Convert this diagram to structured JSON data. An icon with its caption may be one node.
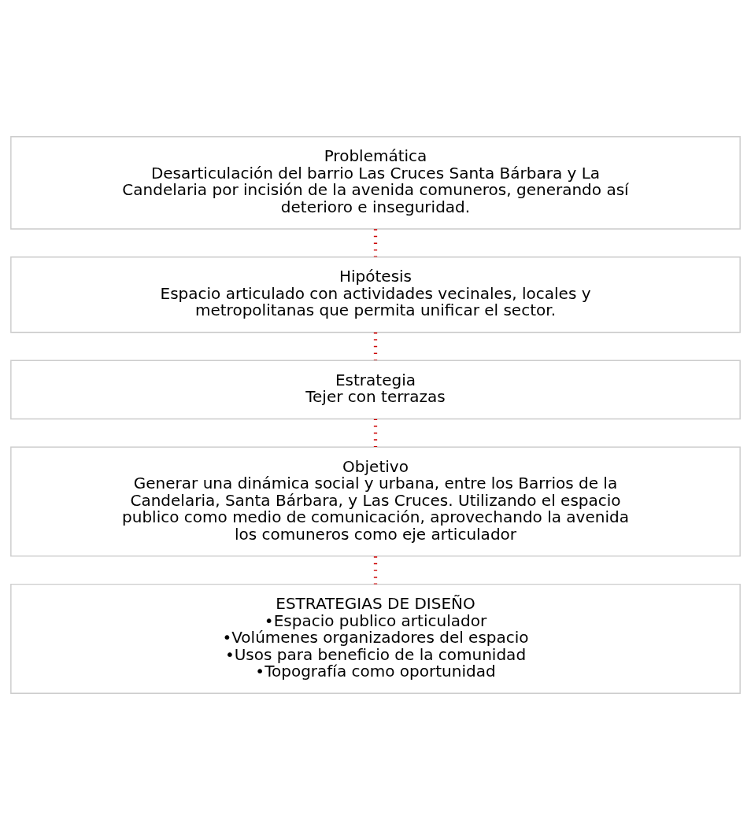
{
  "diagram": {
    "nodes": [
      {
        "text": [
          "Problemática",
          "Desarticulación del barrio Las Cruces Santa Bárbara y La Candelaria por incisión de la avenida comuneros, generando así deterioro e inseguridad."
        ]
      },
      {
        "text": [
          "Hipótesis",
          "Espacio articulado con actividades vecinales, locales y metropolitanas que permita unificar el sector."
        ]
      },
      {
        "text": [
          "Estrategia",
          "Tejer con terrazas"
        ]
      },
      {
        "text": [
          "Objetivo",
          "Generar una dinámica social y urbana, entre los Barrios de la Candelaria, Santa Bárbara, y Las Cruces. Utilizando el espacio publico como medio de comunicación, aprovechando la avenida los comuneros como eje articulador"
        ]
      },
      {
        "text": [
          "ESTRATEGIAS DE DISEÑO",
          "•Espacio publico articulador",
          "•Volúmenes organizadores del espacio",
          "•Usos para beneficio de la comunidad",
          "•Topografía como oportunidad"
        ]
      }
    ],
    "edges": [
      {
        "from": 0,
        "to": 1,
        "arrow": "none",
        "style": "dashed"
      },
      {
        "from": 1,
        "to": 2,
        "arrow": "none",
        "style": "dashed"
      },
      {
        "from": 2,
        "to": 3,
        "arrow": "none",
        "style": "dashed"
      },
      {
        "from": 3,
        "to": 4,
        "arrow": "none",
        "style": "dashed"
      }
    ]
  }
}
